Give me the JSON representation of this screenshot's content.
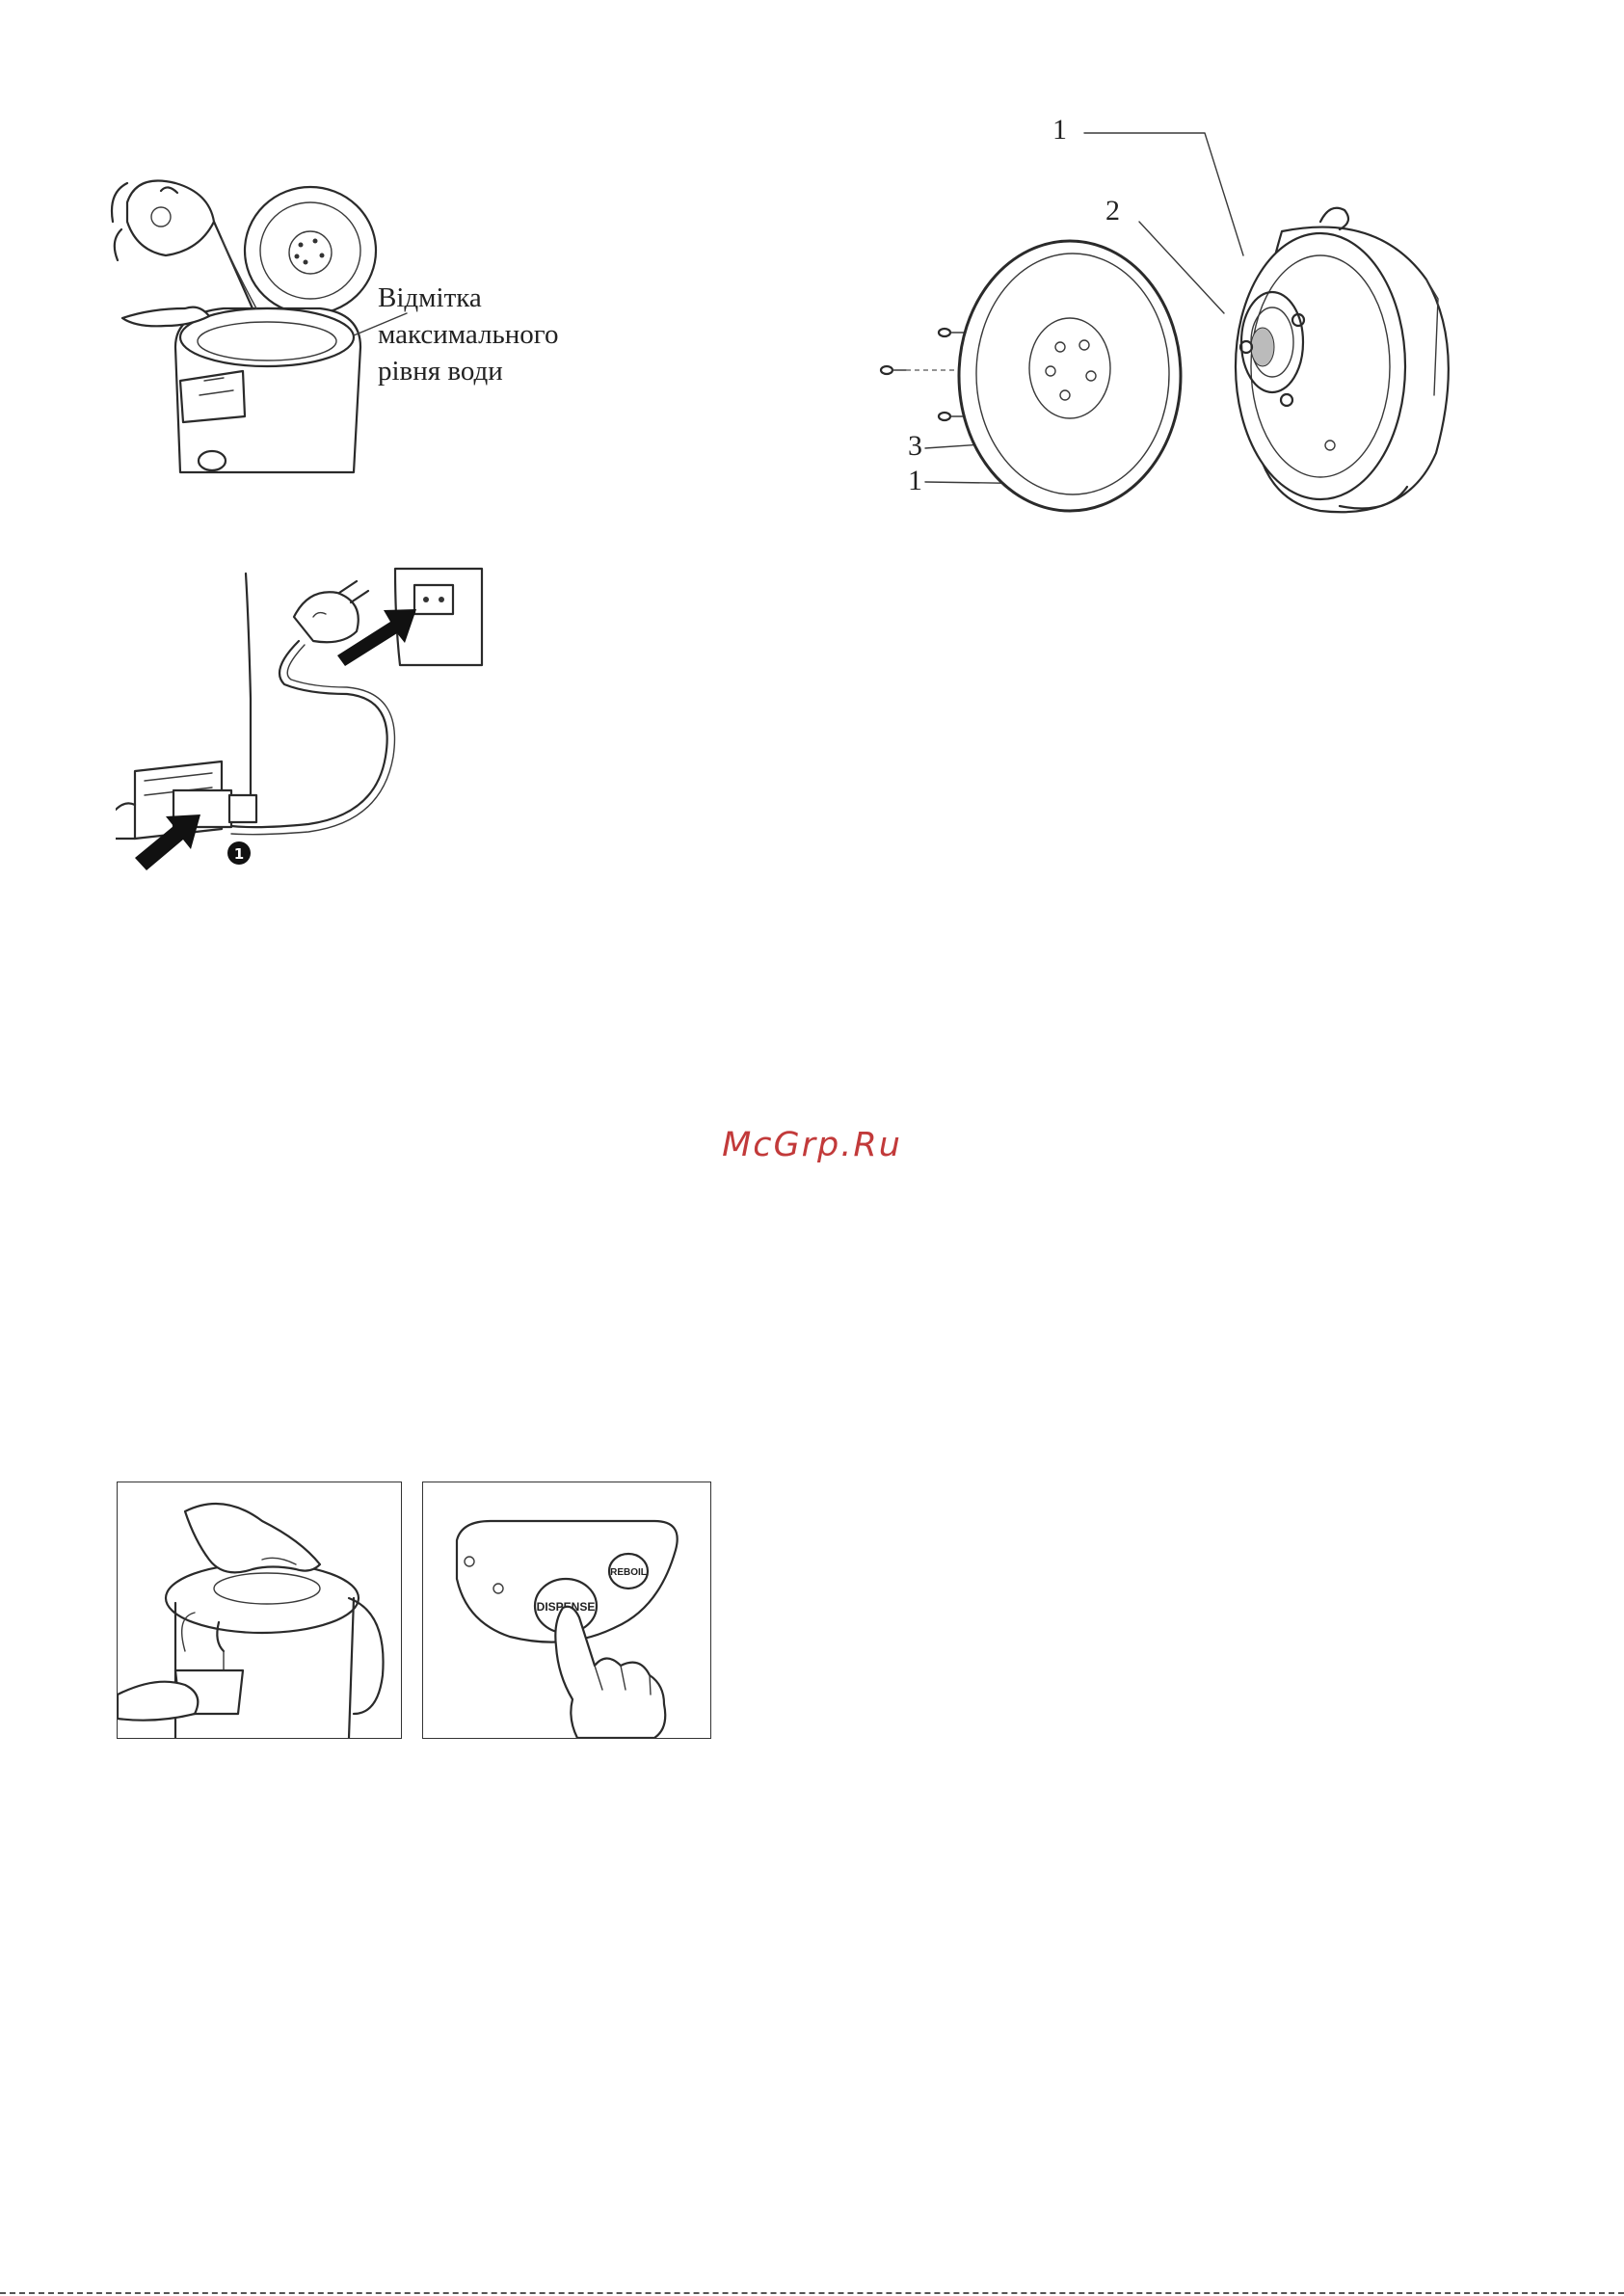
{
  "fill_figure": {
    "label_lines": [
      "Відмітка",
      "максимального",
      "рівня води"
    ]
  },
  "parts_figure": {
    "callouts": [
      "1",
      "2",
      "3",
      "1"
    ]
  },
  "plug_figure": {
    "step_marker": "1"
  },
  "control_panel": {
    "dispense_label": "DISPENSE",
    "reboil_label": "REBOIL"
  },
  "watermark": "McGrp.Ru"
}
